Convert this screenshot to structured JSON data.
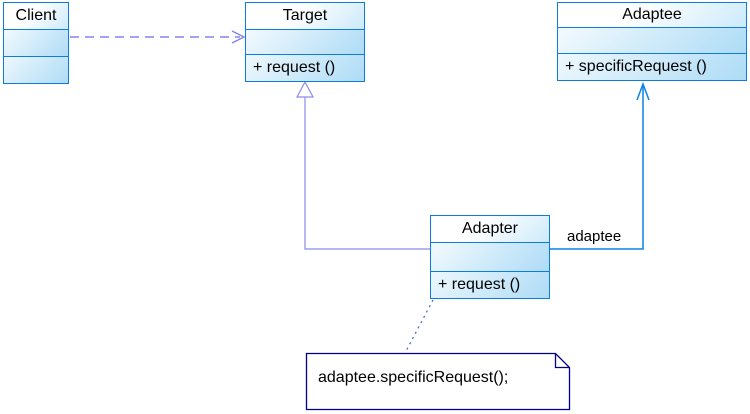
{
  "classes": [
    {
      "name": "Client",
      "method": ""
    },
    {
      "name": "Target",
      "method": "+ request ()"
    },
    {
      "name": "Adaptee",
      "method": "+ specificRequest ()"
    },
    {
      "name": "Adapter",
      "method": "+ request ()"
    }
  ],
  "note": {
    "text": "adaptee.specificRequest();"
  },
  "labels": {
    "association_role": "adaptee"
  },
  "colors": {
    "class_border": "#0d7ce2",
    "class_fill": "#aedcf6",
    "dependency_line": "#8282f2",
    "generalization_line": "#8a8af0",
    "association_line": "#0c82e8",
    "note_border": "#00008b",
    "note_fill": "#ffffff",
    "anchor_line": "#3c5fd6",
    "text": "#000000"
  }
}
